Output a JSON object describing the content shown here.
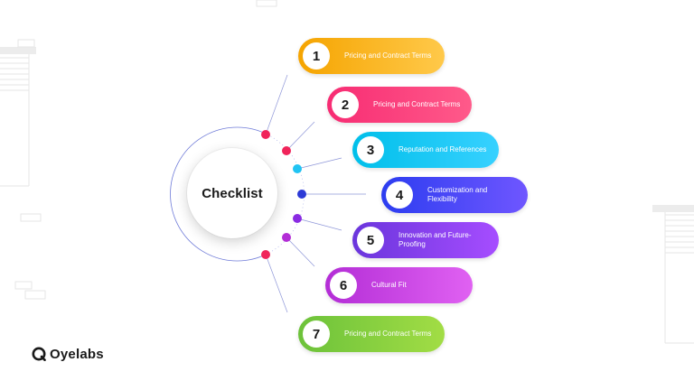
{
  "center": {
    "title": "Checklist"
  },
  "items": [
    {
      "number": "1",
      "label": "Pricing and Contract Terms"
    },
    {
      "number": "2",
      "label": "Pricing and Contract Terms"
    },
    {
      "number": "3",
      "label": "Reputation and References"
    },
    {
      "number": "4",
      "label": "Customization and Flexibility"
    },
    {
      "number": "5",
      "label": "Innovation and Future-Proofing"
    },
    {
      "number": "6",
      "label": "Cultural Fit"
    },
    {
      "number": "7",
      "label": "Pricing and Contract Terms"
    }
  ],
  "brand": {
    "name": "Oyelabs"
  },
  "colors": {
    "item1": [
      "#f5a400",
      "#ffc94a"
    ],
    "item2": [
      "#f72c73",
      "#ff5a8a"
    ],
    "item3": [
      "#00bfea",
      "#37d1ff"
    ],
    "item4": [
      "#2c3df0",
      "#6f56ff"
    ],
    "item5": [
      "#6a35dc",
      "#a64dff"
    ],
    "item6": [
      "#b32dd6",
      "#e061f2"
    ],
    "item7": [
      "#6cc23a",
      "#a2dd45"
    ],
    "dot_pink": "#f0245a",
    "dot_cyan": "#21c4f3",
    "dot_navy": "#2c3ad6",
    "dot_purple": "#8a2be2",
    "arc": "#6f7bd8"
  }
}
